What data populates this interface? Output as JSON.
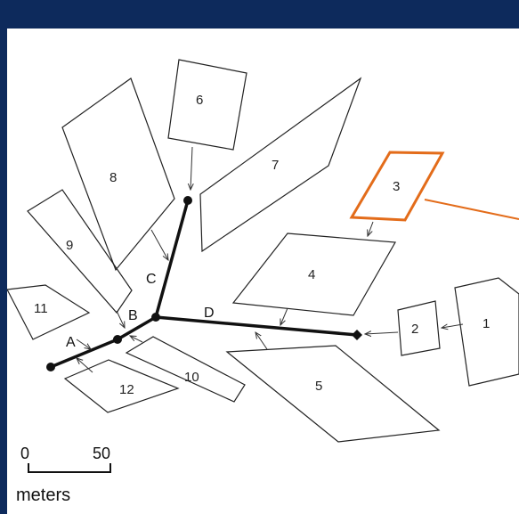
{
  "diagram": {
    "plots": [
      "1",
      "2",
      "3",
      "4",
      "5",
      "6",
      "7",
      "8",
      "9",
      "10",
      "11",
      "12"
    ],
    "paths": [
      "A",
      "B",
      "C",
      "D"
    ],
    "highlight": {
      "plot": "3",
      "color": "#e36c1a"
    },
    "scale": {
      "min": "0",
      "max": "50",
      "unit": "meters"
    }
  }
}
